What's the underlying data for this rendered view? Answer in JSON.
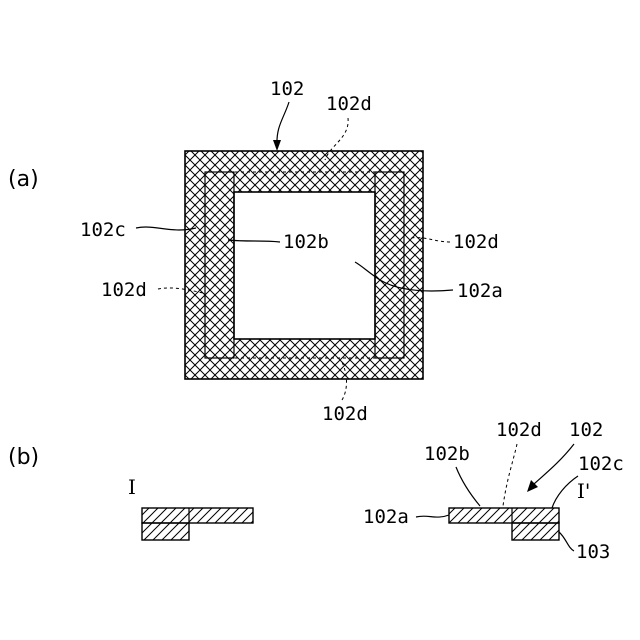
{
  "panels": {
    "a": "(a)",
    "b": "(b)"
  },
  "labels": {
    "top_102": "102",
    "top_102d": "102d",
    "left_102c": "102c",
    "inner_102b": "102b",
    "right_102d": "102d",
    "left_102d": "102d",
    "right_102a": "102a",
    "bottom_102d": "102d",
    "b_102d": "102d",
    "b_102": "102",
    "b_102b": "102b",
    "b_102c": "102c",
    "b_I": "I",
    "b_I_prime": "I'",
    "b_102a": "102a",
    "b_103": "103"
  }
}
